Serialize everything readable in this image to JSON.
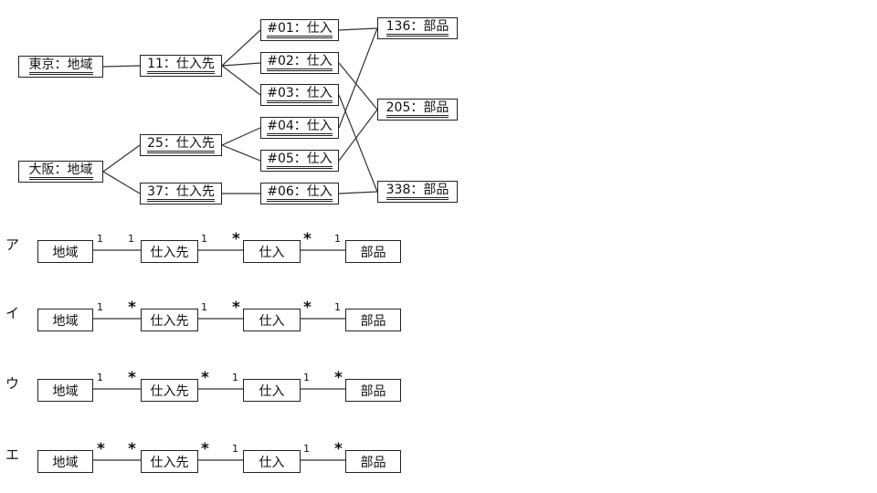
{
  "instances": {
    "tokyo": "東京：地域",
    "osaka": "大阪：地域",
    "s11": "11：仕入先",
    "s25": "25：仕入先",
    "s37": "37：仕入先",
    "p01": "#01：仕入",
    "p02": "#02：仕入",
    "p03": "#03：仕入",
    "p04": "#04：仕入",
    "p05": "#05：仕入",
    "p06": "#06：仕入",
    "b136": "136：部品",
    "b205": "205：部品",
    "b338": "338：部品"
  },
  "links": [
    [
      "tokyo",
      "s11"
    ],
    [
      "osaka",
      "s25"
    ],
    [
      "osaka",
      "s37"
    ],
    [
      "s11",
      "p01"
    ],
    [
      "s11",
      "p02"
    ],
    [
      "s11",
      "p03"
    ],
    [
      "s25",
      "p04"
    ],
    [
      "s25",
      "p05"
    ],
    [
      "s37",
      "p06"
    ],
    [
      "p01",
      "b136"
    ],
    [
      "p02",
      "b205"
    ],
    [
      "p03",
      "b338"
    ],
    [
      "p04",
      "b136"
    ],
    [
      "p05",
      "b205"
    ],
    [
      "p06",
      "b338"
    ]
  ],
  "class_names": {
    "region": "地域",
    "supplier": "仕入先",
    "purchase": "仕入",
    "part": "部品"
  },
  "choices": [
    {
      "label": "ア",
      "m": [
        "1",
        "1",
        "1",
        "*",
        "*",
        "1"
      ]
    },
    {
      "label": "イ",
      "m": [
        "1",
        "*",
        "1",
        "*",
        "*",
        "1"
      ]
    },
    {
      "label": "ウ",
      "m": [
        "1",
        "*",
        "*",
        "1",
        "1",
        "*"
      ]
    },
    {
      "label": "エ",
      "m": [
        "*",
        "*",
        "*",
        "1",
        "1",
        "*"
      ]
    }
  ]
}
